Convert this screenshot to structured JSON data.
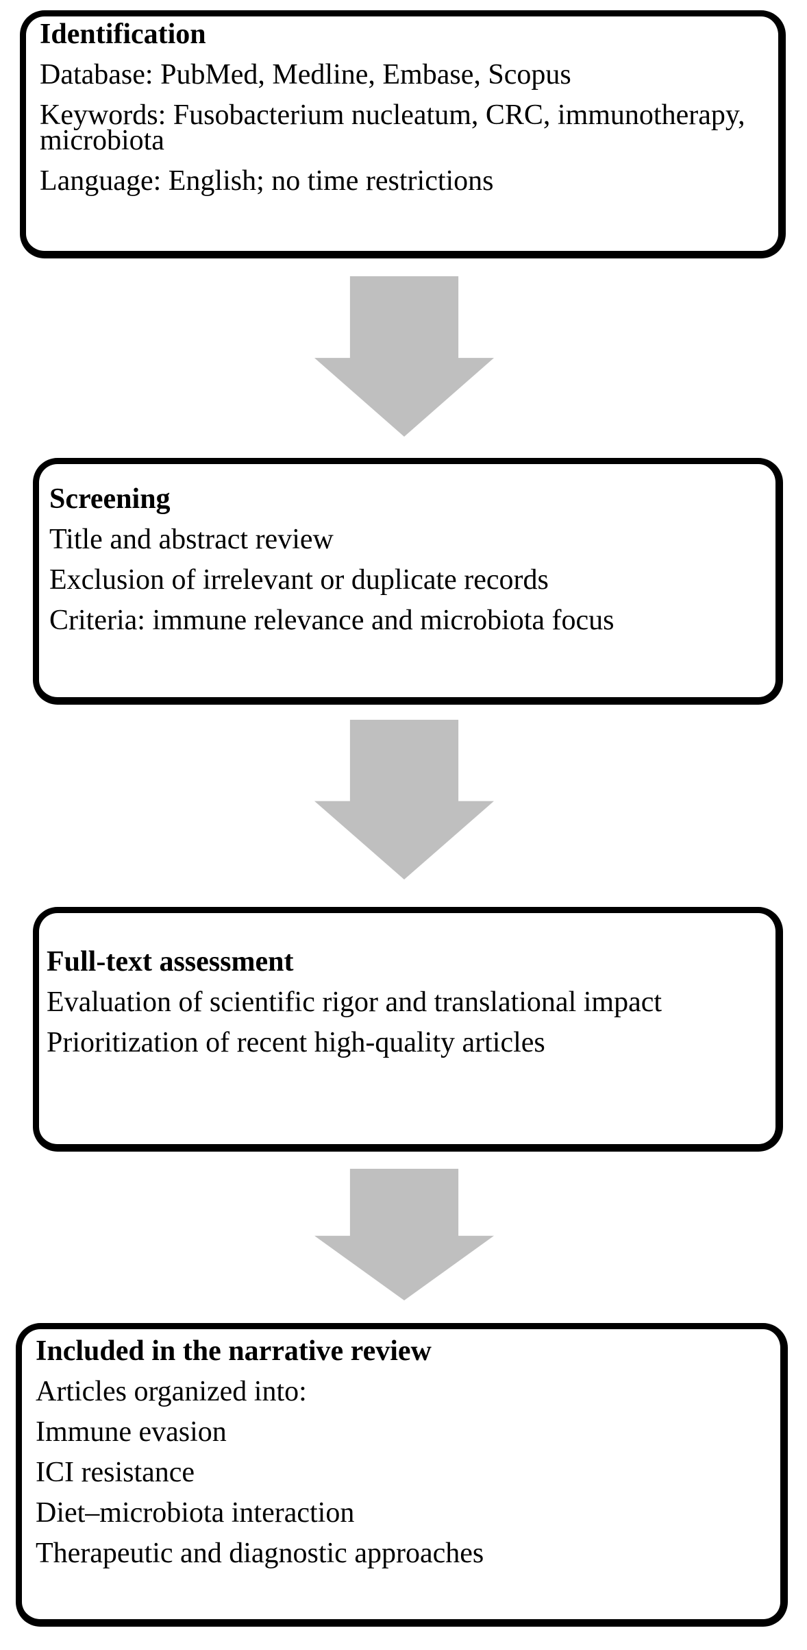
{
  "flowchart": {
    "steps": [
      {
        "title": "Identification",
        "lines": [
          "Database: PubMed, Medline, Embase, Scopus",
          "Keywords: Fusobacterium nucleatum, CRC, immunotherapy, microbiota",
          "Language: English; no time restrictions"
        ]
      },
      {
        "title": "Screening",
        "lines": [
          "Title and abstract review",
          "Exclusion of irrelevant or duplicate records",
          "Criteria: immune relevance and microbiota focus"
        ]
      },
      {
        "title": "Full-text assessment",
        "lines": [
          "Evaluation of scientific rigor and translational impact",
          "Prioritization of recent high-quality articles"
        ]
      },
      {
        "title": "Included in the narrative review",
        "lines": [
          "Articles organized into:",
          "Immune evasion",
          "ICI resistance",
          "Diet–microbiota interaction",
          "Therapeutic and diagnostic approaches"
        ]
      }
    ],
    "colors": {
      "arrow": "#bfbfbf",
      "border": "#000000",
      "background": "#ffffff",
      "text": "#000000"
    }
  }
}
